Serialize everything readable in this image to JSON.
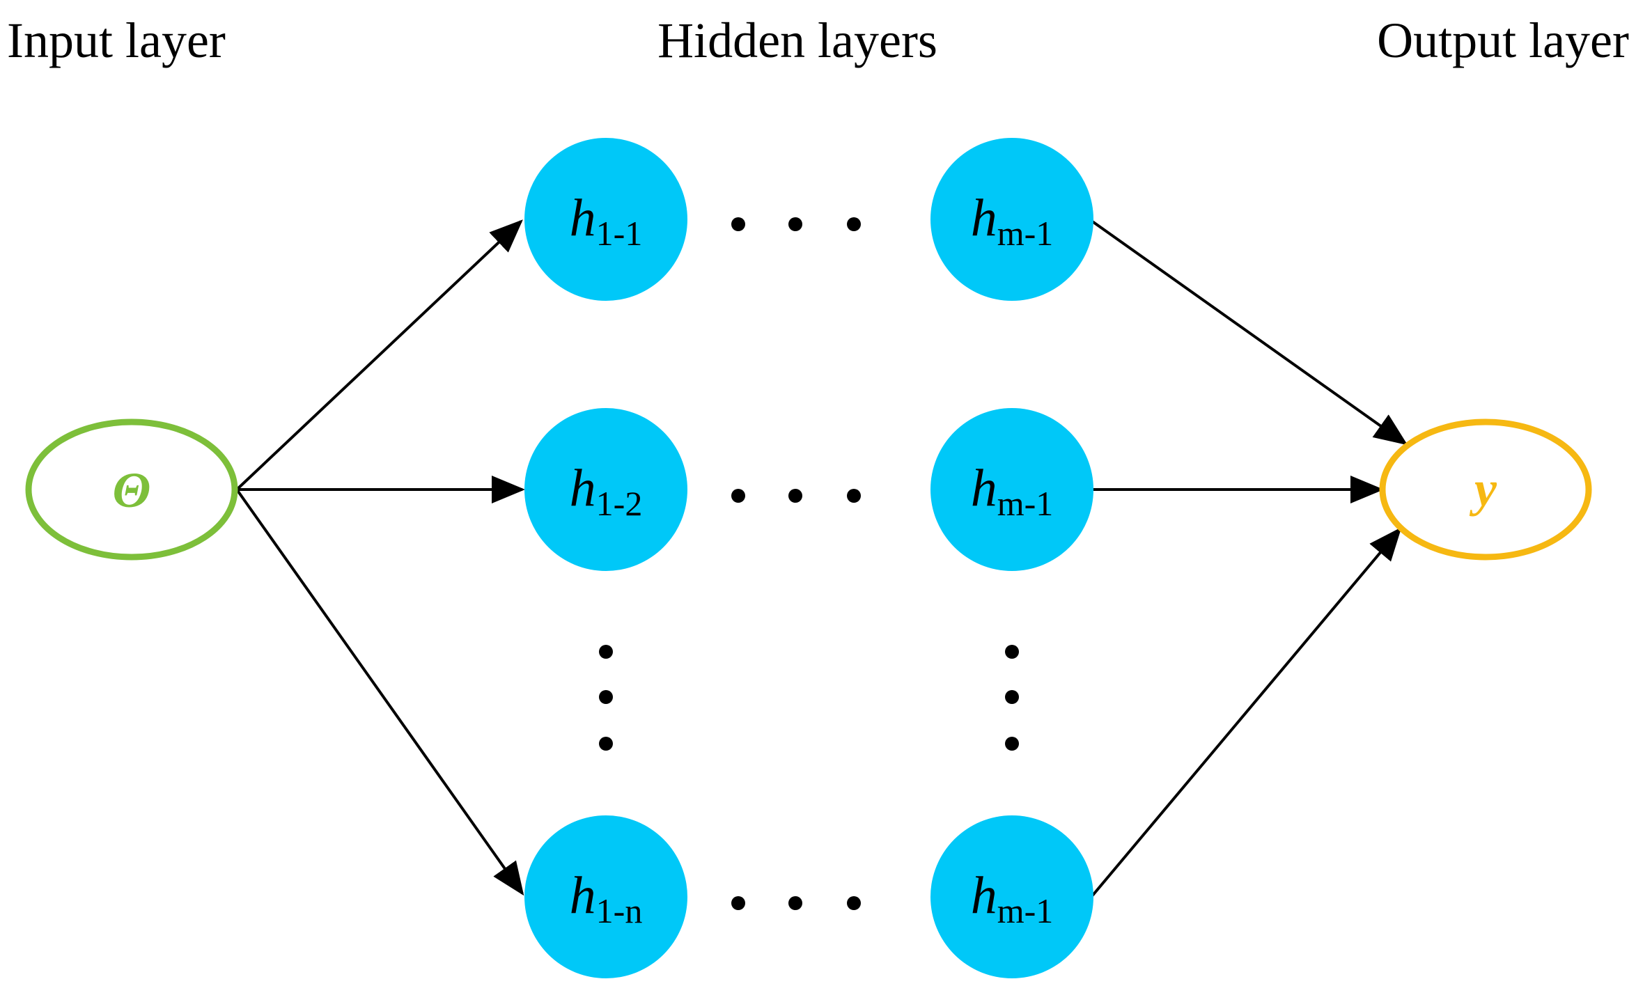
{
  "titles": {
    "input": "Input layer",
    "hidden": "Hidden layers",
    "output": "Output layer"
  },
  "input_node": {
    "symbol": "Θ",
    "color": "#7dbf3a"
  },
  "output_node": {
    "symbol": "y",
    "color": "#f6b812"
  },
  "hidden_node_color": "#00c8f8",
  "hidden_nodes": {
    "first_column": [
      {
        "symbol": "h",
        "subscript": "1-1"
      },
      {
        "symbol": "h",
        "subscript": "1-2"
      },
      {
        "symbol": "h",
        "subscript": "1-n"
      }
    ],
    "last_column": [
      {
        "symbol": "h",
        "subscript_var": "m",
        "subscript_rest": "-1"
      },
      {
        "symbol": "h",
        "subscript_var": "m",
        "subscript_rest": "-1"
      },
      {
        "symbol": "h",
        "subscript_var": "m",
        "subscript_rest": "-1"
      }
    ]
  }
}
